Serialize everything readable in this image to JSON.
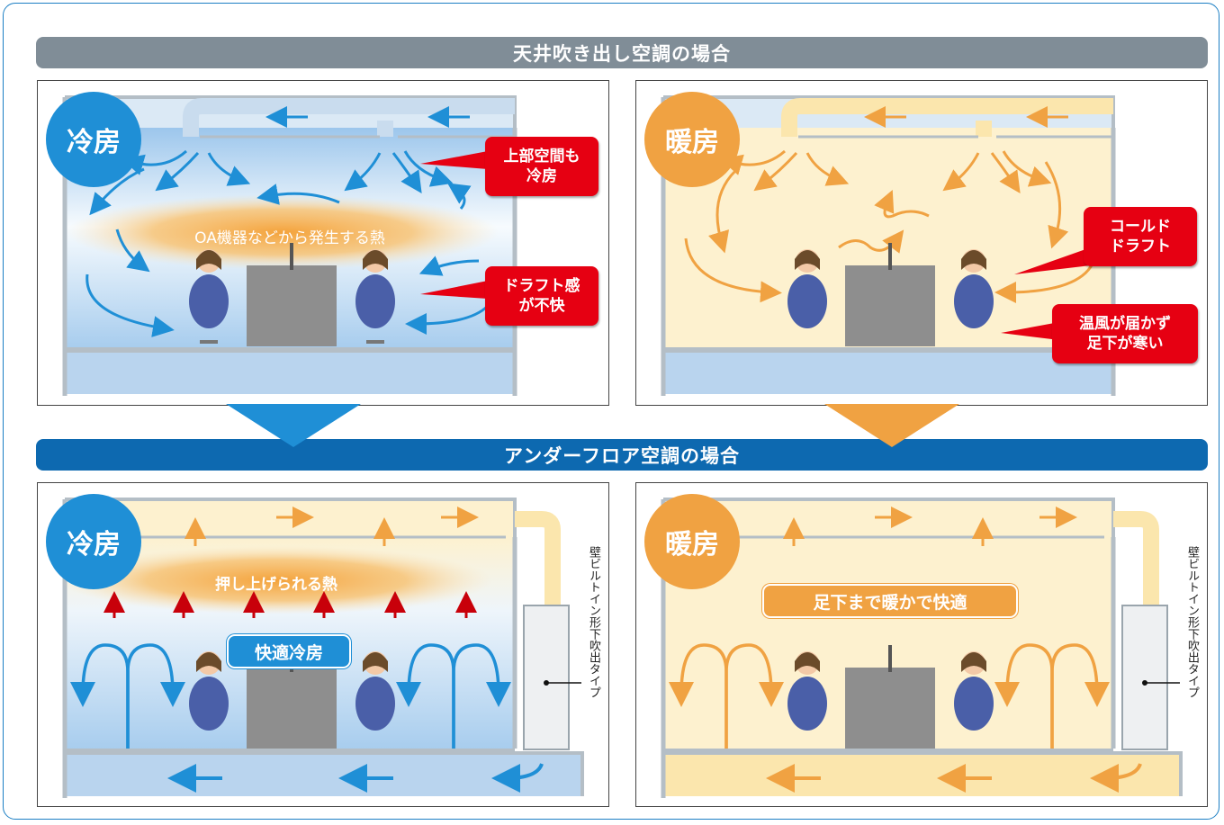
{
  "sections": {
    "ceiling": {
      "title": "天井吹き出し空調の場合"
    },
    "underfloor": {
      "title": "アンダーフロア空調の場合"
    }
  },
  "panels": {
    "ceiling_cooling": {
      "badge": "冷房",
      "heat_label": "OA機器などから発生する熱",
      "callouts": [
        "上部空間も\n冷房",
        "ドラフト感\nが不快"
      ]
    },
    "ceiling_heating": {
      "badge": "暖房",
      "callouts": [
        "コールド\nドラフト",
        "温風が届かず\n足下が寒い"
      ]
    },
    "underfloor_cooling": {
      "badge": "冷房",
      "heat_label": "押し上げられる熱",
      "comfort_label": "快適冷房",
      "unit_label": "壁ビルトイン形下吹出タイプ"
    },
    "underfloor_heating": {
      "badge": "暖房",
      "comfort_label": "足下まで暖かで快適",
      "unit_label": "壁ビルトイン形下吹出タイプ"
    }
  },
  "colors": {
    "cool_blue": "#1f8fd6",
    "warm_orange": "#f0a242",
    "callout_red": "#e60012",
    "banner_gray": "#808d97",
    "banner_blue": "#0d69b0"
  }
}
